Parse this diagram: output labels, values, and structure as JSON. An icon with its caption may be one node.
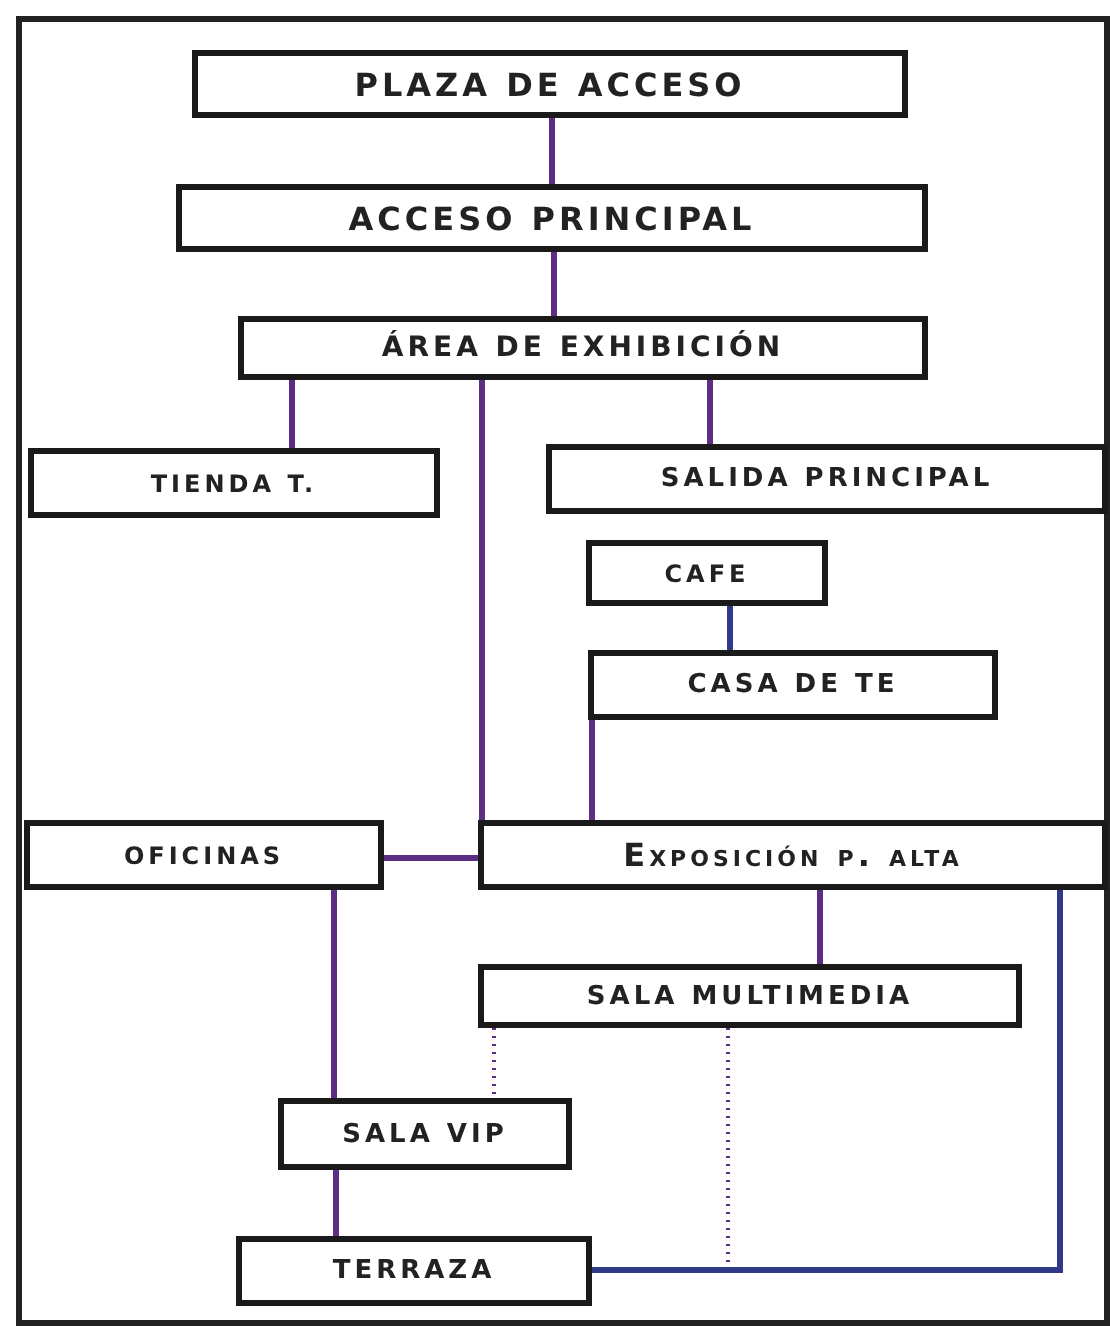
{
  "diagram": {
    "nodes": [
      {
        "text": [
          "PLAZA DE ACCESO"
        ]
      },
      {
        "text": [
          "ACCESO PRINCIPAL"
        ]
      },
      {
        "text": [
          "ÁREA DE EXHIBICIÓN"
        ]
      },
      {
        "text": [
          "TIENDA T."
        ]
      },
      {
        "text": [
          "SALIDA PRINCIPAL"
        ]
      },
      {
        "text": [
          "CAFE"
        ]
      },
      {
        "text": [
          "CASA DE TE"
        ]
      },
      {
        "text": [
          "OFICINAS"
        ]
      },
      {
        "text": [
          "Exposición p. alta"
        ]
      },
      {
        "text": [
          "SALA MULTIMEDIA"
        ]
      },
      {
        "text": [
          "SALA VIP"
        ]
      },
      {
        "text": [
          "TERRAZA"
        ]
      }
    ],
    "edges": [
      {
        "from": 0,
        "to": 1,
        "arrow": "none"
      },
      {
        "from": 1,
        "to": 2,
        "arrow": "none"
      },
      {
        "from": 2,
        "to": 3,
        "arrow": "none"
      },
      {
        "from": 2,
        "to": 8,
        "arrow": "none"
      },
      {
        "from": 2,
        "to": 4,
        "arrow": "none"
      },
      {
        "from": 5,
        "to": 6,
        "arrow": "none",
        "color": "#2e3a87"
      },
      {
        "from": 6,
        "to": 8,
        "arrow": "none"
      },
      {
        "from": 7,
        "to": 8,
        "arrow": "none"
      },
      {
        "from": 7,
        "to": 10,
        "arrow": "none"
      },
      {
        "from": 8,
        "to": 9,
        "arrow": "none"
      },
      {
        "from": 9,
        "to": 10,
        "arrow": "none",
        "style": "dashed"
      },
      {
        "from": 9,
        "to": 11,
        "arrow": "none",
        "style": "dashed"
      },
      {
        "from": 8,
        "to": 11,
        "arrow": "none",
        "color": "#2e3a87"
      },
      {
        "from": 10,
        "to": 11,
        "arrow": "none"
      }
    ]
  }
}
